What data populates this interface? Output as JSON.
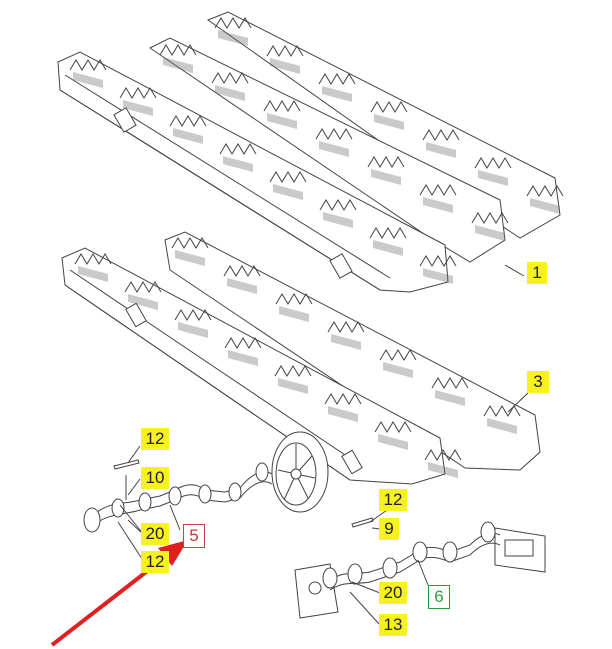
{
  "callouts": {
    "c1": "1",
    "c3": "3",
    "c12a": "12",
    "c10": "10",
    "c20a": "20",
    "c12b": "12",
    "c5": "5",
    "c12c": "12",
    "c9": "9",
    "c20b": "20",
    "c13": "13",
    "c6": "6"
  },
  "colors": {
    "label_highlight": "#f7f21e",
    "red_box": "#d04040",
    "green_box": "#2e9a3e",
    "arrow": "#e02020",
    "line": "#444444"
  }
}
